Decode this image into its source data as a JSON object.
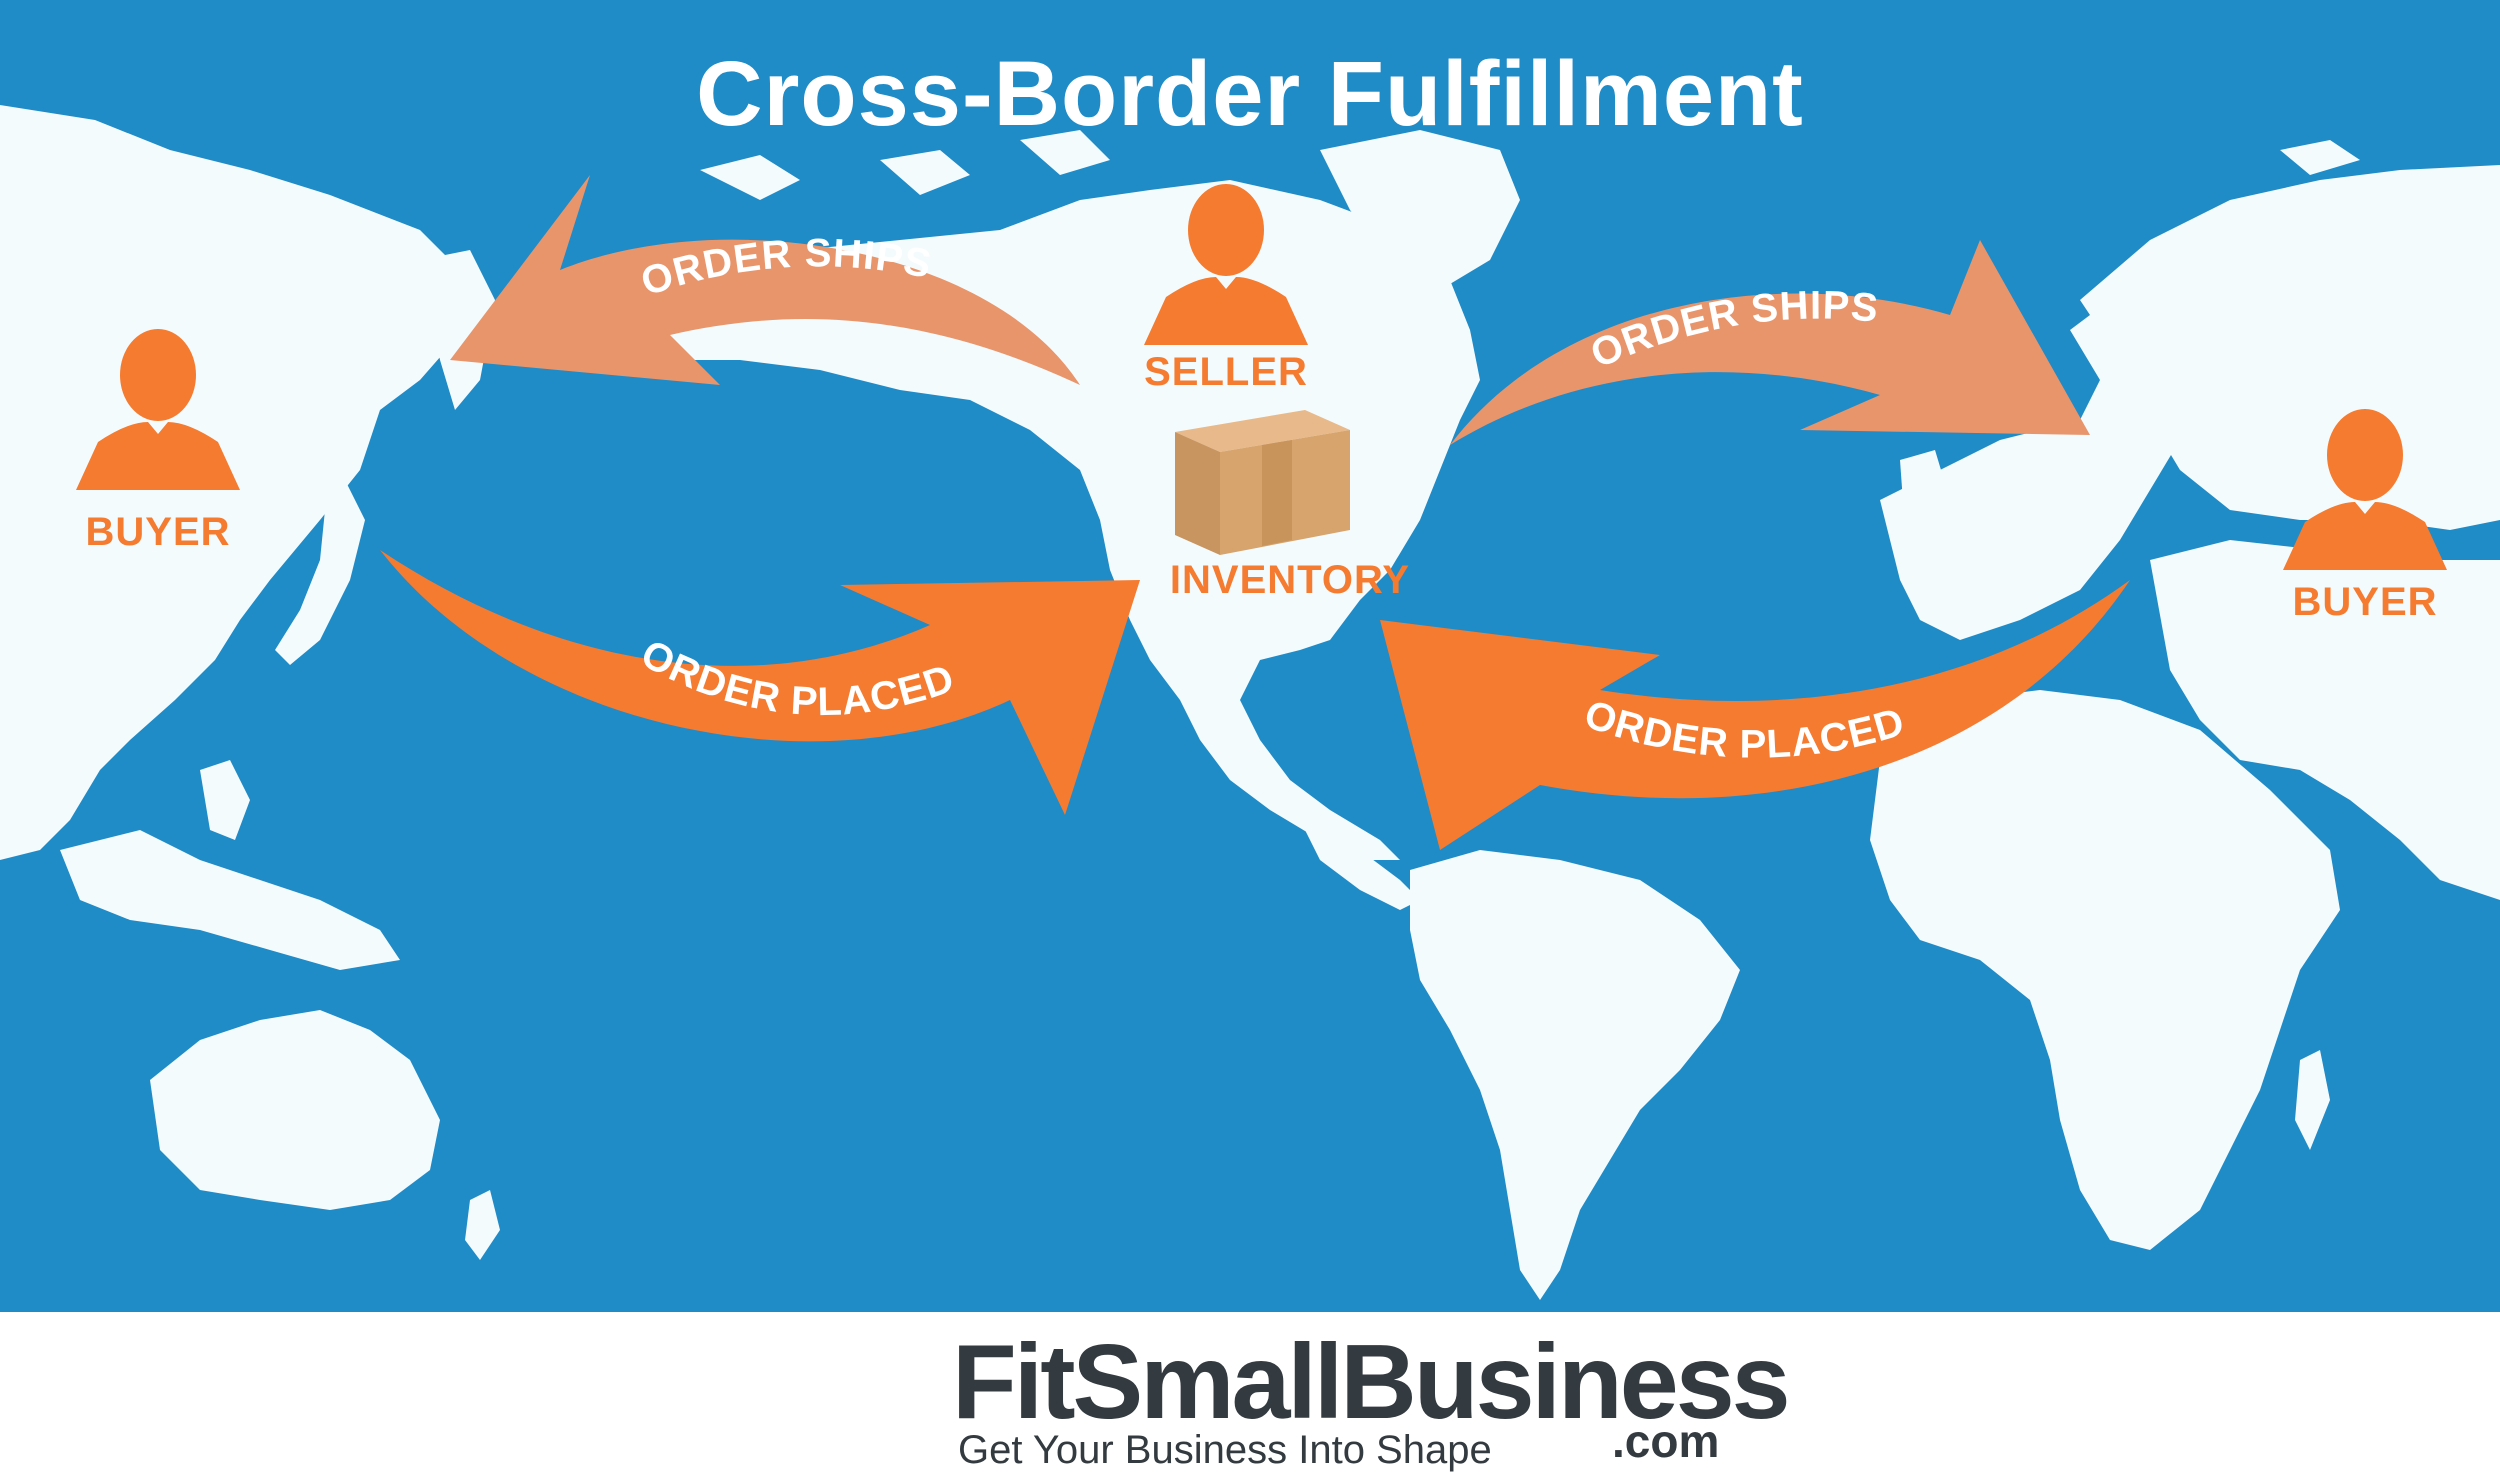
{
  "title": "Cross-Border Fulfillment",
  "nodes": {
    "buyer_left": "BUYER",
    "seller": "SELLER",
    "inventory": "INVENTORY",
    "buyer_right": "BUYER"
  },
  "arrows": {
    "order_ships_left": "ORDER SHIPS",
    "order_placed_left": "ORDER PLACED",
    "order_ships_right": "ORDER SHIPS",
    "order_placed_right": "ORDER PLACED"
  },
  "brand": {
    "name": "FitSmallBusiness",
    "tld": ".com",
    "tagline": "Get Your Business Into Shape"
  },
  "icons": {
    "person": "person-icon",
    "box": "box-icon",
    "briefcase": "briefcase-icon"
  },
  "colors": {
    "ocean": "#1f8bc7",
    "land": "#f4fbfd",
    "accent_orange": "#f47b30",
    "light_orange": "#e8956b",
    "brand_blue": "#1b8ac7",
    "brand_text": "#333a40"
  }
}
